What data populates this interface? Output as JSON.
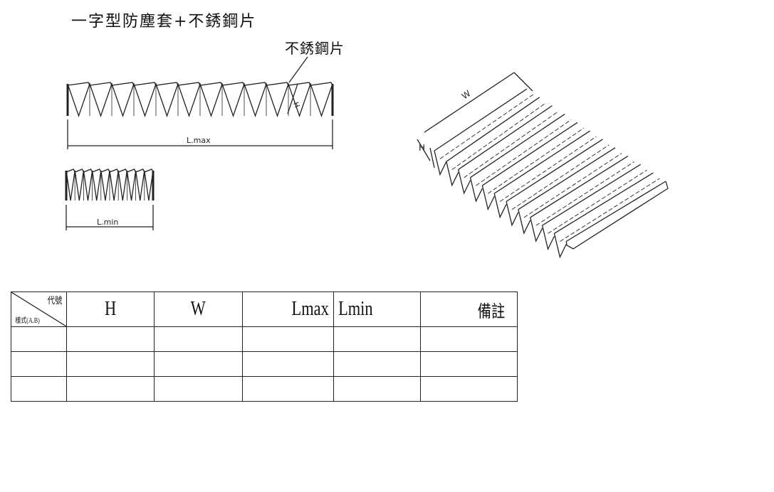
{
  "title": "一字型防塵套+不銹鋼片",
  "callout_label": "不銹鋼片",
  "drawing": {
    "lmax_label": "L.max",
    "lmin_label": "L.min",
    "h_label": "H",
    "w_label": "W"
  },
  "table": {
    "corner_top": "代號",
    "corner_bottom": "樣式(A.B)",
    "headers": [
      "H",
      "W",
      "Lmax",
      "Lmin",
      "備註"
    ],
    "rows": [
      [
        "",
        "",
        "",
        "",
        "",
        ""
      ],
      [
        "",
        "",
        "",
        "",
        "",
        ""
      ],
      [
        "",
        "",
        "",
        "",
        "",
        ""
      ]
    ]
  }
}
